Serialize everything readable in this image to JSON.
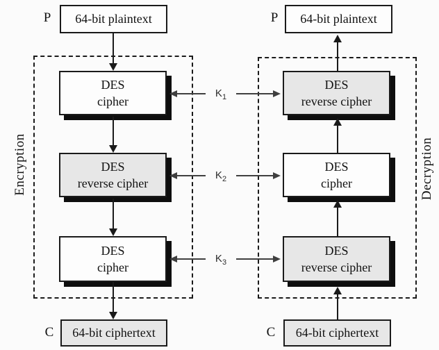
{
  "diagram": {
    "encryption": {
      "region_label": "Encryption",
      "input_label": "P",
      "input_text": "64-bit plaintext",
      "stages": [
        {
          "line1": "DES",
          "line2": "cipher"
        },
        {
          "line1": "DES",
          "line2": "reverse cipher"
        },
        {
          "line1": "DES",
          "line2": "cipher"
        }
      ],
      "output_label": "C",
      "output_text": "64-bit ciphertext"
    },
    "decryption": {
      "region_label": "Decryption",
      "input_label": "P",
      "input_text": "64-bit plaintext",
      "stages": [
        {
          "line1": "DES",
          "line2": "reverse cipher"
        },
        {
          "line1": "DES",
          "line2": "cipher"
        },
        {
          "line1": "DES",
          "line2": "reverse cipher"
        }
      ],
      "output_label": "C",
      "output_text": "64-bit ciphertext"
    },
    "keys": [
      {
        "base": "K",
        "sub": "1"
      },
      {
        "base": "K",
        "sub": "2"
      },
      {
        "base": "K",
        "sub": "3"
      }
    ],
    "colors": {
      "background": "#fbfbfb",
      "box_white": "#fdfdfd",
      "box_gray": "#e7e7e7",
      "border": "#1a1a1a",
      "shadow": "#0e0e0e",
      "arrow": "#1a1a1a",
      "key_line": "#3f3f3f",
      "text": "#111111"
    }
  }
}
